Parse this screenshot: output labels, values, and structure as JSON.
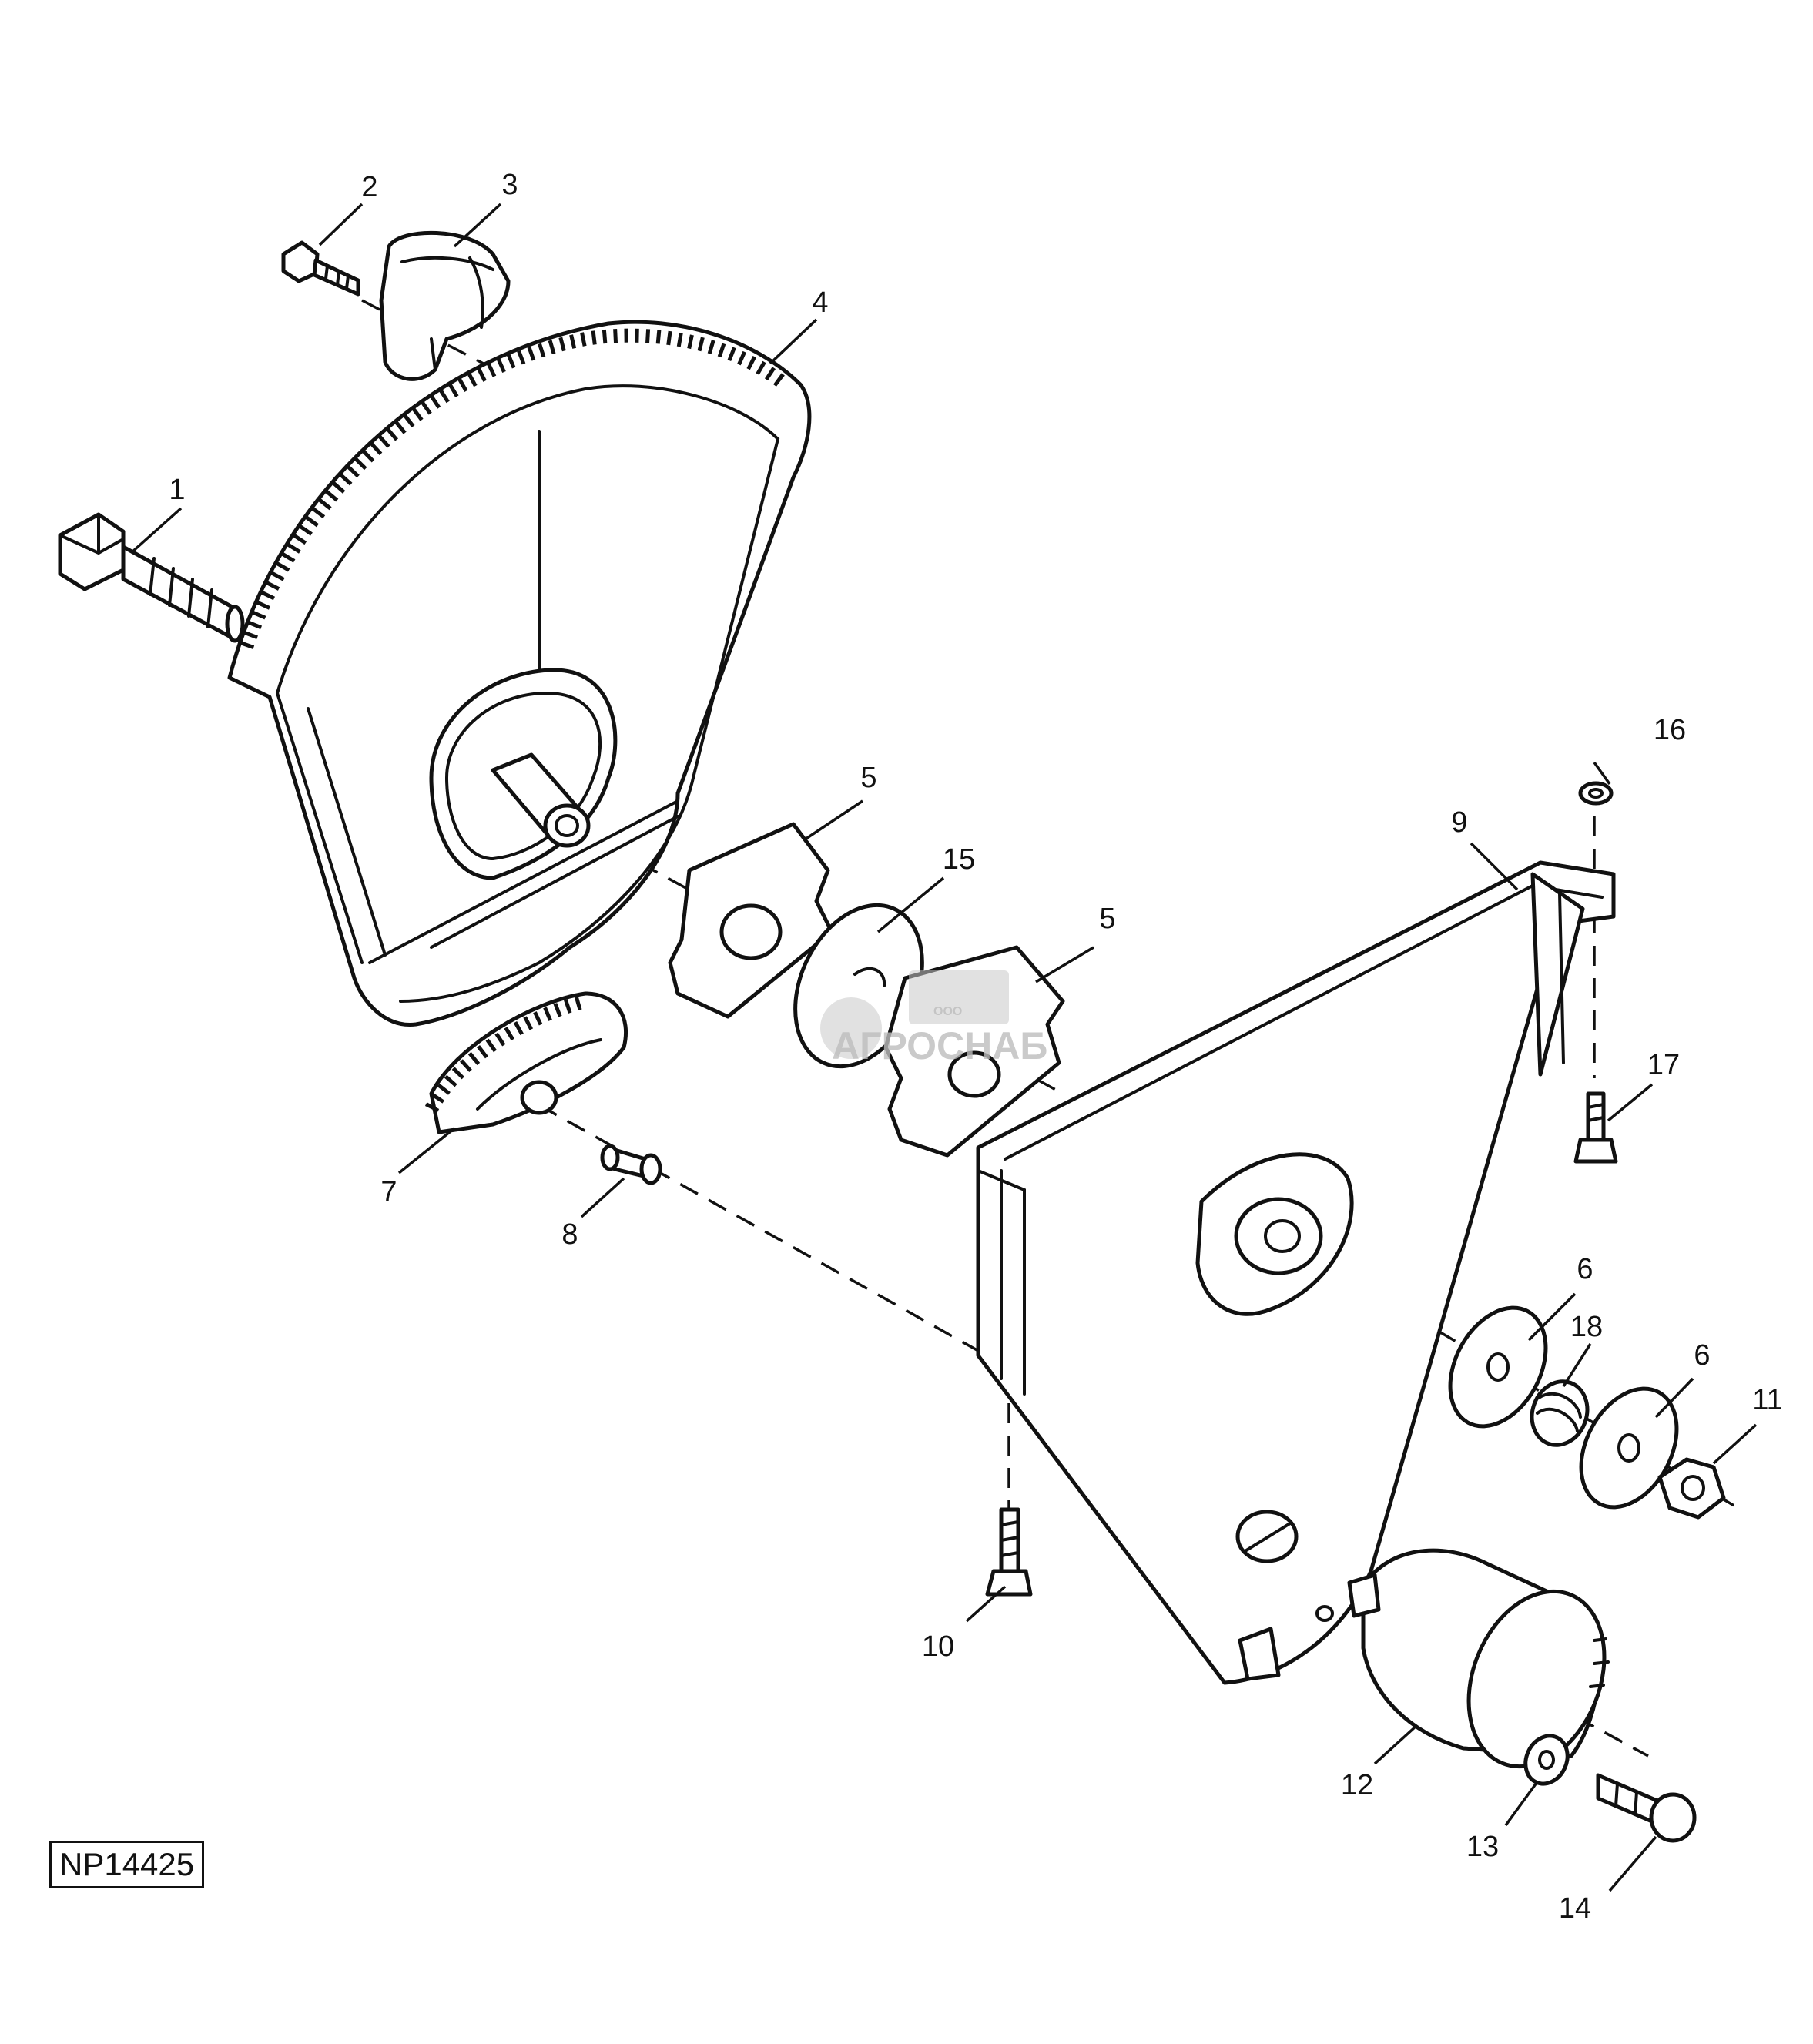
{
  "figure": {
    "id": "NP14425",
    "watermark": {
      "brand": "АГРОСНАБ",
      "prefix": "ООО"
    }
  },
  "callouts": [
    {
      "key": "c1",
      "label": "1"
    },
    {
      "key": "c2",
      "label": "2"
    },
    {
      "key": "c3",
      "label": "3"
    },
    {
      "key": "c4",
      "label": "4"
    },
    {
      "key": "c5a",
      "label": "5"
    },
    {
      "key": "c5b",
      "label": "5"
    },
    {
      "key": "c6a",
      "label": "6"
    },
    {
      "key": "c6b",
      "label": "6"
    },
    {
      "key": "c7",
      "label": "7"
    },
    {
      "key": "c8",
      "label": "8"
    },
    {
      "key": "c9",
      "label": "9"
    },
    {
      "key": "c10",
      "label": "10"
    },
    {
      "key": "c11",
      "label": "11"
    },
    {
      "key": "c12",
      "label": "12"
    },
    {
      "key": "c13",
      "label": "13"
    },
    {
      "key": "c14",
      "label": "14"
    },
    {
      "key": "c15",
      "label": "15"
    },
    {
      "key": "c16",
      "label": "16"
    },
    {
      "key": "c17",
      "label": "17"
    },
    {
      "key": "c18",
      "label": "18"
    }
  ]
}
